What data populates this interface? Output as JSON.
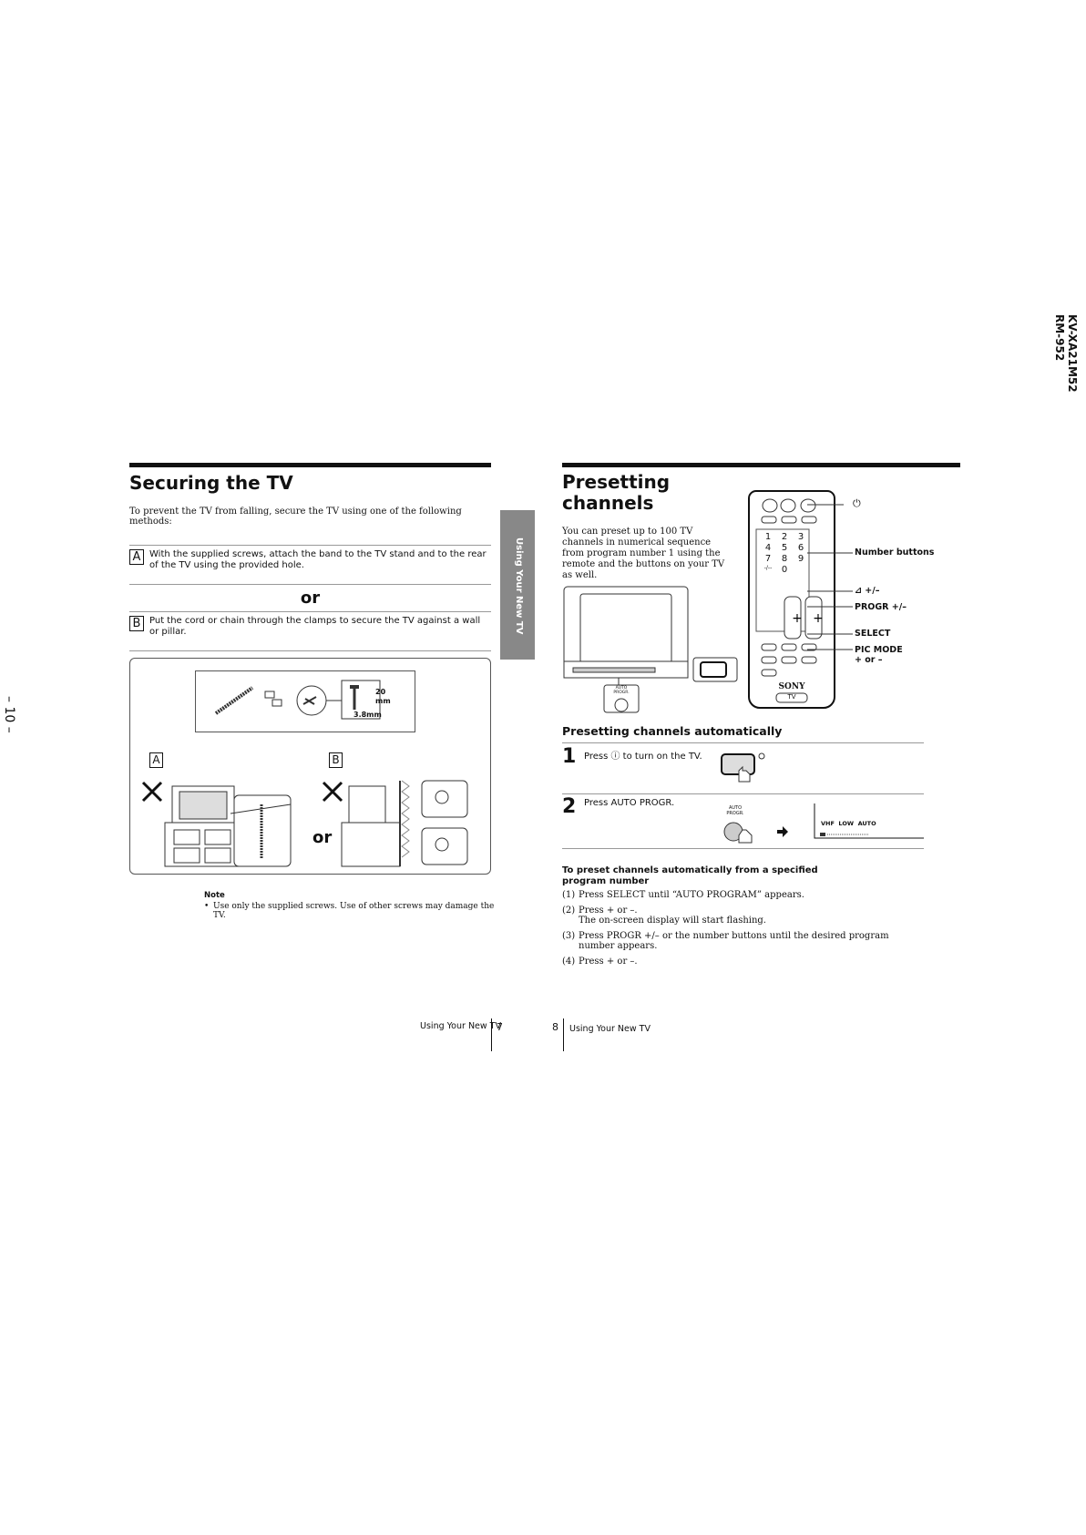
{
  "margin": {
    "model": "KV-XA21M52",
    "remote": "RM-952",
    "page_number": "– 10 –"
  },
  "left": {
    "title": "Securing the TV",
    "intro": "To prevent the TV from falling, secure the TV using one of the following methods:",
    "method_a_letter": "A",
    "method_a_text": "With the supplied screws, attach the band to the TV stand and to the rear of the TV using the provided hole.",
    "or_label": "or",
    "method_b_letter": "B",
    "method_b_text": "Put the cord or chain through the clamps to secure the TV against a wall or pillar.",
    "fig_screw_len": "20",
    "fig_screw_unit": "mm",
    "fig_screw_diam": "3.8mm",
    "fig_label_a": "A",
    "fig_label_b": "B",
    "fig_or": "or",
    "note_title": "Note",
    "note_text": "Use only the supplied screws. Use of other screws may damage the TV.",
    "side_tab": "Using Your New TV",
    "footer_text": "Using Your New TV",
    "footer_page": "7"
  },
  "right": {
    "title_line1": "Presetting",
    "title_line2": "channels",
    "intro": "You can preset up to 100 TV channels in numerical sequence from program number 1 using the remote and the buttons on your TV as well.",
    "auto_progr_btn": "AUTO PROGR.",
    "remote_labels": {
      "number_buttons": "Number buttons",
      "volume": "⊿ +/–",
      "progr": "PROGR +/–",
      "select": "SELECT",
      "pic_mode": "PIC MODE",
      "plus_minus": "+ or –",
      "brand": "SONY",
      "tv": "TV",
      "power_symbol": "⏻"
    },
    "remote_digits": [
      "1",
      "2",
      "3",
      "4",
      "5",
      "6",
      "7",
      "8",
      "9",
      "-/--",
      "0"
    ],
    "subheading": "Presetting channels automatically",
    "step1_num": "1",
    "step1_text": "Press ⓘ to turn on the TV.",
    "step2_num": "2",
    "step2_text": "Press AUTO PROGR.",
    "step2_btn_caption": "AUTO PROGR.",
    "osd_line": "VHF  LOW  AUTO",
    "specified_heading": "To preset channels automatically from a specified program number",
    "steps": [
      {
        "n": "(1)",
        "text": "Press SELECT until “AUTO PROGRAM” appears."
      },
      {
        "n": "(2)",
        "text": "Press + or –.",
        "sub": "The on-screen display will start flashing."
      },
      {
        "n": "(3)",
        "text": "Press PROGR +/– or the number buttons until the desired program number appears."
      },
      {
        "n": "(4)",
        "text": "Press + or –."
      }
    ],
    "footer_page": "8",
    "footer_text": "Using Your New TV"
  }
}
